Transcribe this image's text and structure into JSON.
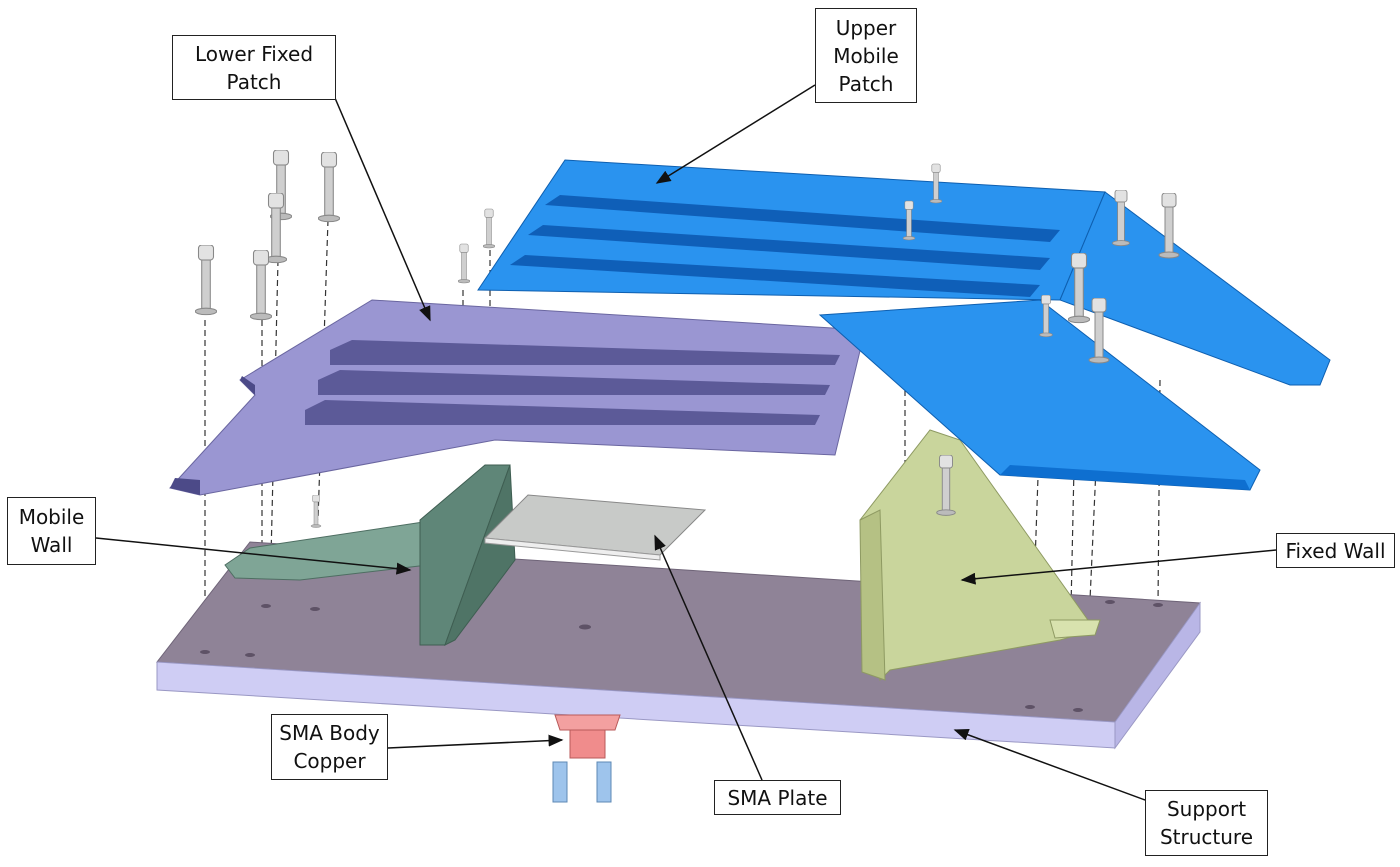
{
  "labels": {
    "lower_fixed_patch": "Lower Fixed Patch",
    "upper_mobile_patch": "Upper Mobile Patch",
    "mobile_wall": "Mobile Wall",
    "fixed_wall": "Fixed Wall",
    "sma_body_copper": "SMA Body Copper",
    "sma_plate": "SMA Plate",
    "support_structure": "Support Structure"
  },
  "colors": {
    "upper_patch": "#1e8ef0",
    "lower_patch": "#9a96d2",
    "support_top": "#8f8397",
    "support_side": "#cfcdf4",
    "mobile_wall": "#6f978a",
    "fixed_wall": "#c9d59c",
    "sma_plate": "#c8cac8",
    "sma_body": "#f08c8c",
    "screw": "#d8d8d8"
  }
}
